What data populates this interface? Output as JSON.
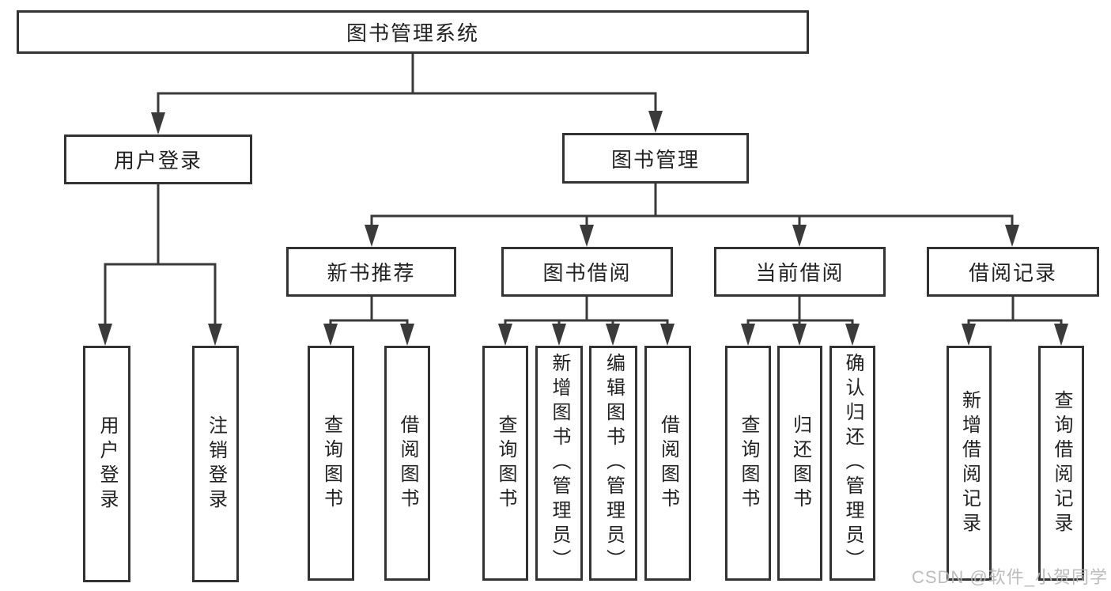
{
  "diagram": {
    "root": {
      "label": "图书管理系统"
    },
    "level1": [
      {
        "label": "用户登录"
      },
      {
        "label": "图书管理"
      }
    ],
    "level2": [
      {
        "label": "新书推荐"
      },
      {
        "label": "图书借阅"
      },
      {
        "label": "当前借阅"
      },
      {
        "label": "借阅记录"
      }
    ],
    "leaves": [
      {
        "label": "用户登录"
      },
      {
        "label": "注销登录"
      },
      {
        "label": "查询图书"
      },
      {
        "label": "借阅图书"
      },
      {
        "label": "查询图书"
      },
      {
        "label": "新增图书（管理员）"
      },
      {
        "label": "编辑图书（管理员）"
      },
      {
        "label": "借阅图书"
      },
      {
        "label": "查询图书"
      },
      {
        "label": "归还图书"
      },
      {
        "label": "确认归还（管理员）"
      },
      {
        "label": "新增借阅记录"
      },
      {
        "label": "查询借阅记录"
      }
    ],
    "watermark": "CSDN @软件_小贺同学",
    "colors": {
      "line": "#3a3a3a",
      "box_border": "#333333",
      "box_fill": "#ffffff",
      "text": "#222222",
      "watermark": "#b5b5b5",
      "background": "#ffffff"
    }
  }
}
